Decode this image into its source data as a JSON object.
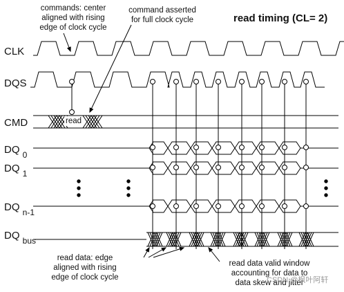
{
  "title": "read timing (CL= 2)",
  "signals": {
    "clk": {
      "name": "CLK"
    },
    "dqs": {
      "name": "DQS"
    },
    "cmd": {
      "name": "CMD",
      "command": "read"
    },
    "dq0": {
      "name": "DQ",
      "sub": "0"
    },
    "dq1": {
      "name": "DQ",
      "sub": "1"
    },
    "dqn": {
      "name": "DQ",
      "sub": "n-1"
    },
    "dqbus": {
      "name": "DQ",
      "sub": "bus"
    }
  },
  "annotations": {
    "commands_center": [
      "commands: center",
      "aligned with rising",
      "edge of clock cycle"
    ],
    "command_asserted": [
      "command asserted",
      "for full clock cycle"
    ],
    "read_data_edge": [
      "read data: edge",
      "aligned with rising",
      "edge of clock cycle"
    ],
    "valid_window": [
      "read data valid window",
      "accounting for data to",
      "data skew and jitter"
    ]
  },
  "watermark": "CSDN @枫叶阿轩"
}
